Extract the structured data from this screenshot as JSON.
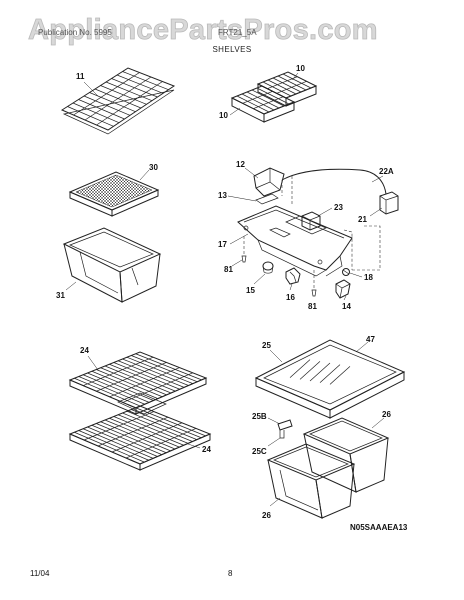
{
  "watermark": "AppliancePartsPros.com",
  "header": {
    "left_text": "Publication No. 5995",
    "right_text": "FRT21_5A"
  },
  "section_title": "SHELVES",
  "footer": {
    "date": "11/04",
    "page": "8"
  },
  "diagram_code": "N05SAAAEA13",
  "callouts": {
    "c11": "11",
    "c10a": "10",
    "c10b": "10",
    "c30": "30",
    "c31": "31",
    "c12": "12",
    "c13": "13",
    "c22a": "22A",
    "c23": "23",
    "c21": "21",
    "c17": "17",
    "c81a": "81",
    "c81b": "81",
    "c15": "15",
    "c16": "16",
    "c18": "18",
    "c14": "14",
    "c24a": "24",
    "c24b": "24",
    "c25": "25",
    "c47": "47",
    "c25b": "25B",
    "c25c": "25C",
    "c26a": "26",
    "c26b": "26"
  }
}
